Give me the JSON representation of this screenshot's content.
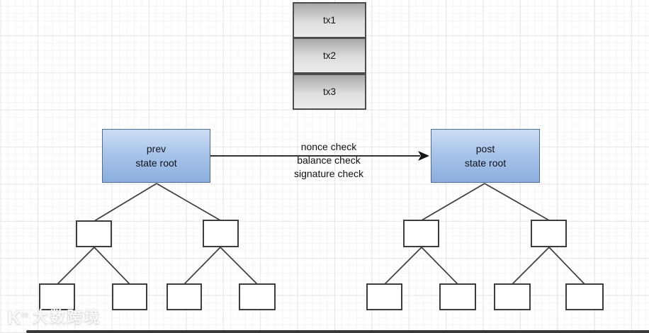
{
  "diagram": {
    "tx_stack": {
      "items": [
        "tx1",
        "tx2",
        "tx3"
      ]
    },
    "prev_root": {
      "line1": "prev",
      "line2": "state root"
    },
    "post_root": {
      "line1": "post",
      "line2": "state root"
    },
    "transition": {
      "labels": [
        "nonce check",
        "balance check",
        "signature check"
      ]
    },
    "colors": {
      "blue_fill_top": "#ccdef4",
      "blue_fill_bottom": "#8aaede",
      "blue_border": "#4f6b8f",
      "gray_fill_top": "#a8a8a8",
      "gray_fill_bottom": "#ececec",
      "node_border": "#3d3d3d",
      "connector": "#3d3d3d",
      "grid_major": "#e7e7ea",
      "grid_minor": "#f5f5f7"
    },
    "watermark": {
      "logo": "K",
      "logo_sup": "∞",
      "text": "大数跨境"
    }
  }
}
